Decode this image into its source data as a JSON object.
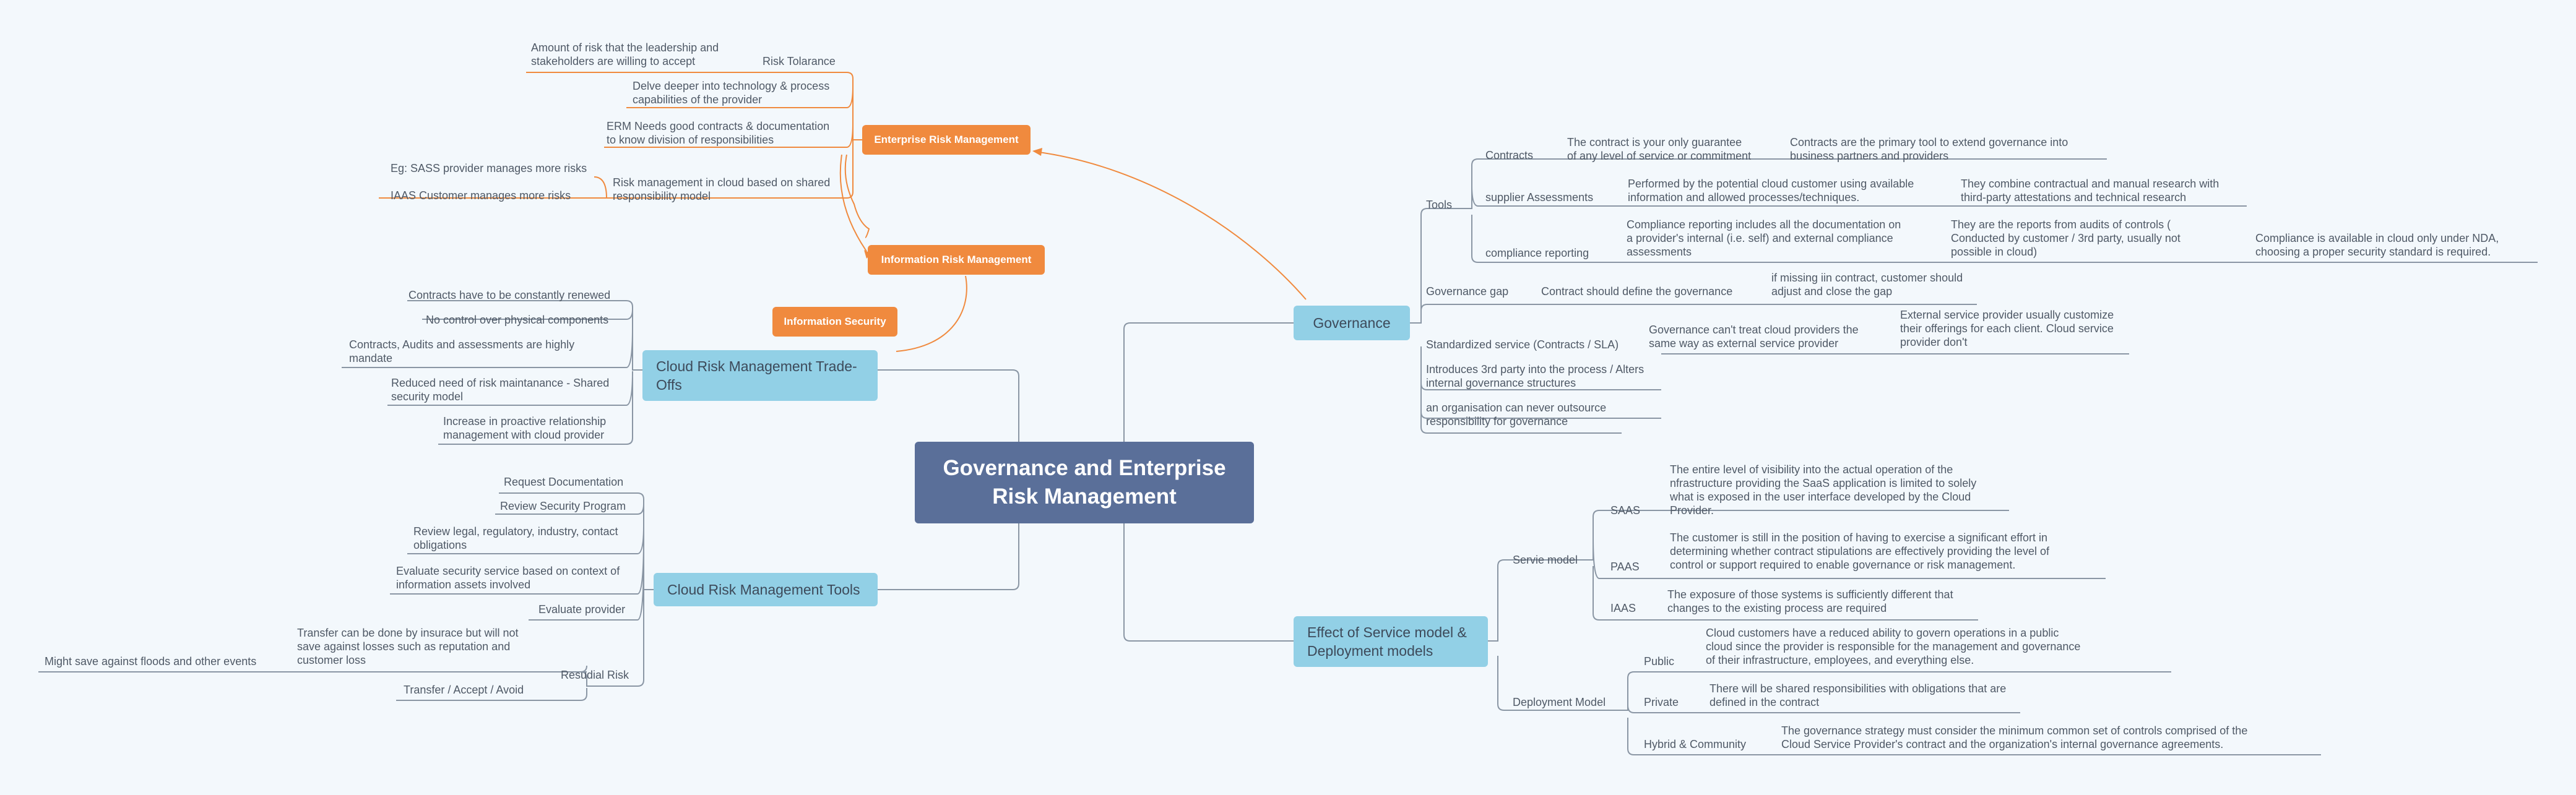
{
  "central": {
    "line1": "Governance and Enterprise",
    "line2": "Risk Management"
  },
  "colors": {
    "background": "#f3f8fc",
    "central": "#5a6f99",
    "branch": "#92d0e6",
    "accent": "#f08a3e",
    "line": "#8a96a4"
  },
  "left": {
    "erm": {
      "title": "Enterprise Risk Management",
      "risk_tolerance": "Risk Tolarance",
      "risk_tolerance_desc": [
        "Amount of risk that the leadership and",
        "stakeholders are willing to accept"
      ],
      "delve": [
        "Delve deeper into technology & process",
        "capabilities of the provider"
      ],
      "contracts": [
        "ERM Needs good contracts & documentation",
        "to know division of responsibilities"
      ],
      "shared_model": [
        "Risk management in cloud based on shared",
        "responsibility model"
      ],
      "saas_example": "Eg: SASS provider manages more risks",
      "iaas_example": "IAAS Customer manages more risks"
    },
    "info_risk": "Information Risk Management",
    "info_security": "Information Security",
    "tradeoffs": {
      "title": [
        "Cloud Risk Management Trade-",
        "Offs"
      ],
      "items": [
        [
          "Contracts have to be constantly renewed"
        ],
        [
          "No control over physical components"
        ],
        [
          "Contracts, Audits and assessments are highly",
          "mandate"
        ],
        [
          "Reduced need of risk maintanance - Shared",
          "security model"
        ],
        [
          "Increase in proactive relationship",
          "management with cloud provider"
        ]
      ]
    },
    "tools": {
      "title": "Cloud Risk Management Tools",
      "items": [
        [
          "Request Documentation"
        ],
        [
          "Review Security Program"
        ],
        [
          "Review legal, regulatory, industry, contact",
          "obligations"
        ],
        [
          "Evaluate security service based on context of",
          "information assets involved"
        ],
        [
          "Evaluate provider"
        ]
      ],
      "residual": "Resudial Risk",
      "transfer_desc": [
        "Transfer can be done by insurace but will not",
        "save against losses such as reputation and",
        "customer loss"
      ],
      "floods": "Might save against floods and other events",
      "transfer": "Transfer / Accept / Avoid"
    }
  },
  "right": {
    "governance": {
      "title": "Governance",
      "tools": "Tools",
      "contracts": "Contracts",
      "contracts_desc": [
        "The contract is your only guarantee",
        "of any level of service or commitment"
      ],
      "contracts_desc2": [
        "Contracts are the primary tool to extend governance into",
        "business partners and providers"
      ],
      "supplier": "supplier Assessments",
      "supplier_desc": [
        "Performed by the potential cloud customer using available",
        "information and allowed processes/techniques."
      ],
      "supplier_desc2": [
        "They combine contractual and manual research with",
        "third-party attestations and technical research"
      ],
      "compliance": "compliance reporting",
      "compliance_desc": [
        "Compliance reporting includes all the documentation on",
        "a provider's internal (i.e. self) and external compliance",
        "assessments"
      ],
      "compliance_desc2": [
        "They are the reports from audits of controls (",
        "Conducted by customer / 3rd party, usually not",
        "possible in cloud)"
      ],
      "compliance_desc3": [
        "Compliance is available in cloud only under NDA,",
        "choosing a proper security standard is required."
      ],
      "gap": "Governance gap",
      "gap_desc": "Contract should define the governance",
      "gap_desc2": [
        "if missing iin contract, customer should",
        "adjust and close the gap"
      ],
      "standardized": "Standardized service (Contracts / SLA)",
      "standardized_desc": [
        "Governance can't treat cloud providers the",
        "same way as external service provider"
      ],
      "standardized_desc2": [
        "External service provider usually customize",
        "their offerings for each client. Cloud service",
        "provider don't"
      ],
      "third_party": [
        "Introduces 3rd party into the process / Alters",
        "internal governance structures"
      ],
      "outsource": [
        "an organisation can never outsource",
        "responsibility for governance"
      ]
    },
    "effect": {
      "title": [
        "Effect of Service model &",
        "Deployment models"
      ],
      "service_model": "Servie model",
      "saas": "SAAS",
      "saas_desc": [
        "The entire level of visibility into the actual operation of the",
        "nfrastructure providing the SaaS application is limited to solely",
        "what is exposed in the user interface developed by the Cloud",
        "Provider."
      ],
      "paas": "PAAS",
      "paas_desc": [
        "The customer is still in  the position of having to exercise a significant effort in",
        "determining whether contract stipulations are  effectively providing the level of",
        "control or support required to enable governance or risk management."
      ],
      "iaas": "IAAS",
      "iaas_desc": [
        "The exposure of those systems is sufficiently different that",
        "changes to the existing process are required"
      ],
      "deployment_model": "Deployment Model",
      "public": "Public",
      "public_desc": [
        "Cloud customers have a reduced ability to govern operations in a public",
        "cloud since the provider is responsible for the management and governance",
        "of their infrastructure, employees, and everything else."
      ],
      "private": "Private",
      "private_desc": [
        "There will be shared responsibilities with obligations that are",
        "defined in the contract"
      ],
      "hybrid": "Hybrid & Community",
      "hybrid_desc": [
        "The governance strategy must consider the minimum common set of controls comprised of the",
        "Cloud Service Provider's contract and the organization's internal governance agreements."
      ]
    }
  }
}
